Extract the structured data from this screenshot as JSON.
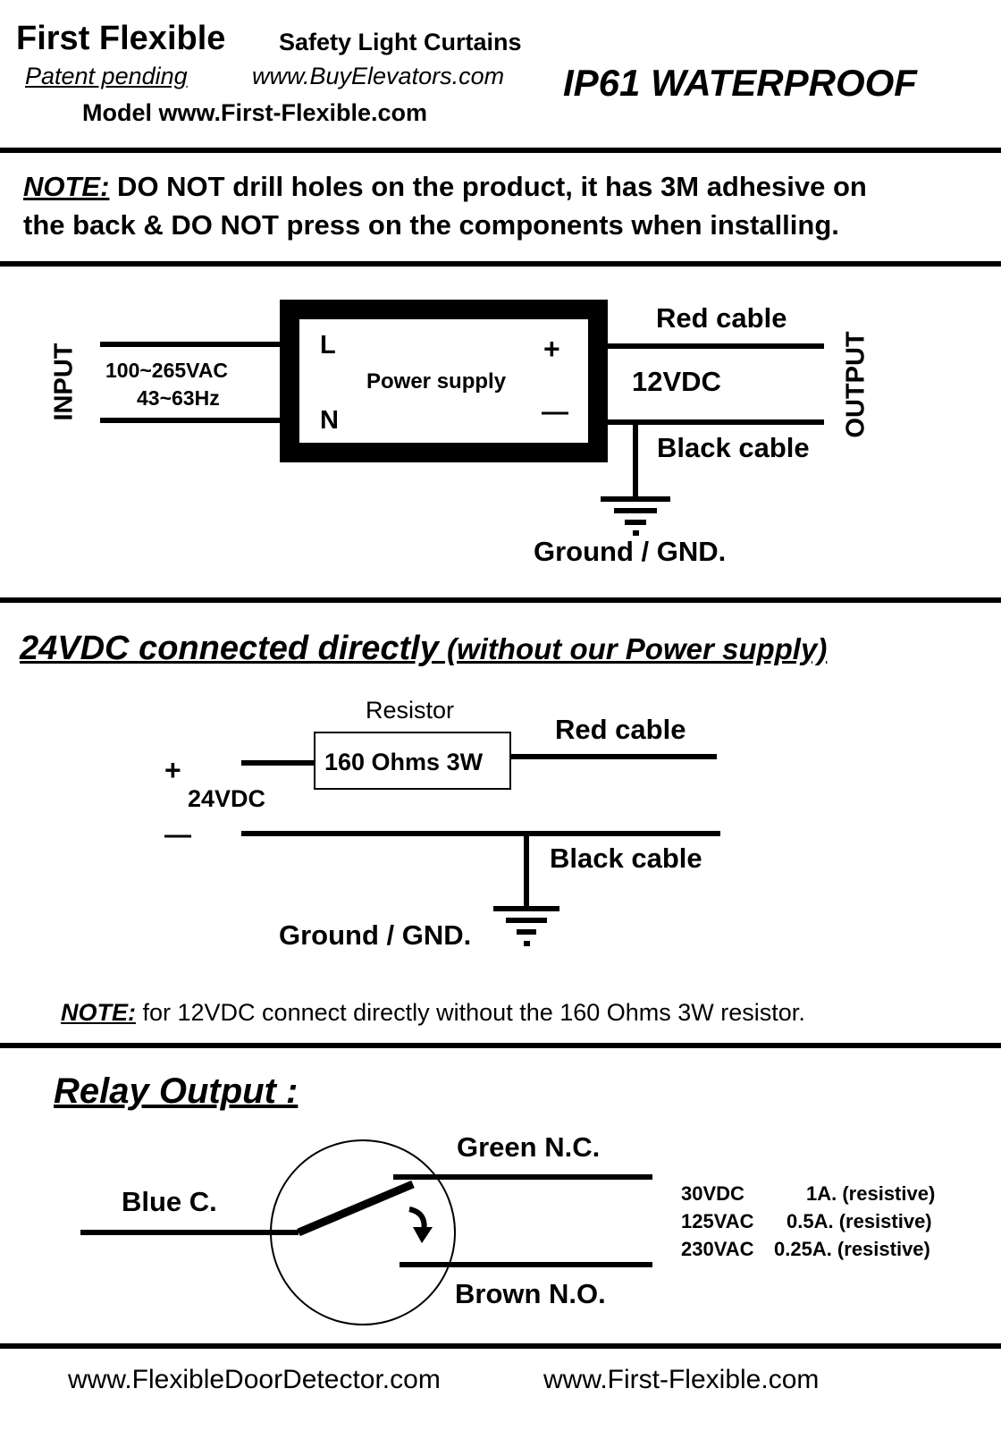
{
  "header": {
    "brand": "First Flexible",
    "subtitle": "Safety Light Curtains",
    "patent": "Patent pending",
    "website_buy": "www.BuyElevators.com",
    "model": "Model  www.First-Flexible.com",
    "rating": "IP61 WATERPROOF"
  },
  "note_top": {
    "label": "NOTE:",
    "line1": " DO NOT drill holes on the product, it has 3M adhesive on",
    "line2": "the back & DO NOT press on the components when installing."
  },
  "power_supply_diagram": {
    "input_label": "INPUT",
    "input_voltage": "100~265VAC",
    "input_freq": "43~63Hz",
    "terminal_l": "L",
    "terminal_n": "N",
    "box_label": "Power supply",
    "terminal_plus": "+",
    "terminal_minus": "—",
    "red_cable": "Red cable",
    "output_voltage": "12VDC",
    "black_cable": "Black cable",
    "output_label": "OUTPUT",
    "ground": "Ground / GND."
  },
  "direct_24vdc": {
    "title": "24VDC connected directly",
    "title_suffix": " (without our Power supply)",
    "resistor_label": "Resistor",
    "resistor_value": "160 Ohms 3W",
    "red_cable": "Red cable",
    "plus": "+",
    "voltage": "24VDC",
    "minus": "—",
    "black_cable": "Black cable",
    "ground": "Ground / GND.",
    "note_label": "NOTE:",
    "note_text": " for 12VDC connect directly without the 160 Ohms 3W resistor."
  },
  "relay": {
    "title": "Relay Output :",
    "common": "Blue  C.",
    "nc": "Green  N.C.",
    "no": "Brown  N.O.",
    "ratings": [
      {
        "voltage": "30VDC",
        "current": "1A. (resistive)"
      },
      {
        "voltage": "125VAC",
        "current": "0.5A. (resistive)"
      },
      {
        "voltage": "230VAC",
        "current": "0.25A. (resistive)"
      }
    ]
  },
  "footer": {
    "link1": "www.FlexibleDoorDetector.com",
    "link2": "www.First-Flexible.com"
  }
}
